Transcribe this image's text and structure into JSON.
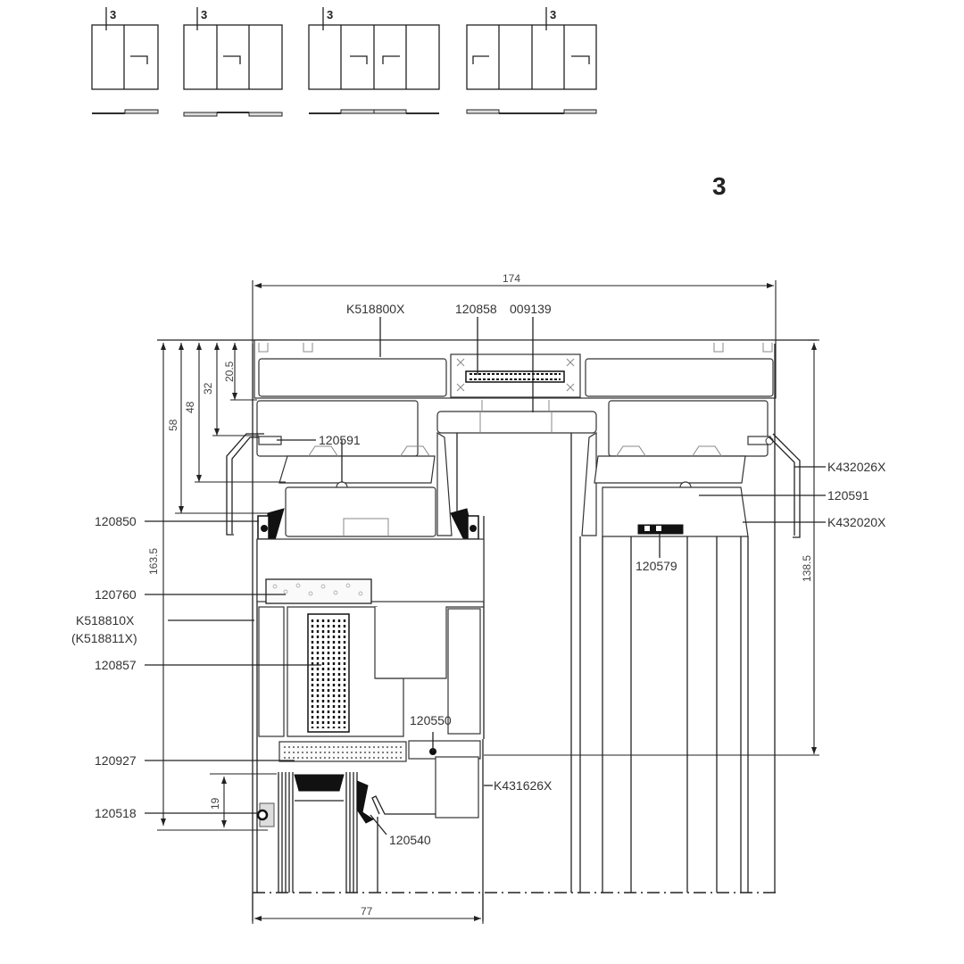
{
  "section_marker": "3",
  "section_title": "3",
  "layouts": [
    {
      "panels": 2,
      "marker": "3"
    },
    {
      "panels": 3,
      "marker": "3"
    },
    {
      "panels": 4,
      "marker": "3"
    },
    {
      "panels": 4,
      "marker": "3"
    }
  ],
  "dimensions": {
    "overall_width": "174",
    "bottom_width": "77",
    "d20_5": "20.5",
    "d32": "32",
    "d48": "48",
    "d58": "58",
    "d163_5": "163.5",
    "d138_5": "138.5",
    "d19": "19"
  },
  "labels": {
    "top_frame": "K518800X",
    "interlock_insert": "120858",
    "interlock_screw": "009139",
    "roller_left": "120591",
    "roller_right": "120591",
    "outer_cover": "K432026X",
    "track": "K432020X",
    "gasket_left": "120850",
    "brush": "120579",
    "insulation_top": "120760",
    "sash": "K518810X",
    "sash_alt": "(K518811X)",
    "thermal_break": "120857",
    "insulation_bottom": "120927",
    "glazing_bead_seal": "120518",
    "glazing_gasket": "120540",
    "pin": "120550",
    "bead": "K431626X"
  }
}
